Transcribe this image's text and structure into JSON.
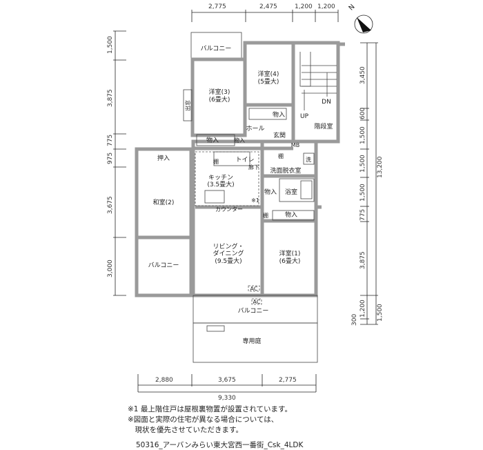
{
  "dimensions": {
    "top": [
      "2,775",
      "2,475",
      "1,200",
      "1,200"
    ],
    "left": [
      "1,500",
      "3,875",
      "775",
      "975",
      "3,675",
      "3,000"
    ],
    "right_inner": [
      "3,450",
      "600",
      "1,500",
      "1,500",
      "1,500",
      "775",
      "3,875",
      "1,200",
      "300"
    ],
    "right_outer": [
      "13,200",
      "1,500"
    ],
    "bottom": [
      "2,880",
      "3,675",
      "2,775"
    ],
    "bottom_total": "9,330"
  },
  "compass": "N",
  "rooms": {
    "balcony_top": "バルコニー",
    "western3": "洋室(3)",
    "western3_size": "(6畳大)",
    "western4": "洋室(4)",
    "western4_size": "(5畳大)",
    "bay_window": "出窓",
    "closet_w4": "物入",
    "hall": "ホール",
    "entrance": "玄関",
    "stairwell": "階段室",
    "up": "UP",
    "dn": "DN",
    "mb": "MB",
    "closet_a": "物入",
    "closet_b": "物入",
    "oshiire": "押入",
    "japanese2": "和室(2)",
    "kitchen": "キッチン",
    "kitchen_size": "(3.5畳大)",
    "toilet": "トイレ",
    "corridor": "廊下",
    "washroom": "洗面脱衣室",
    "washer": "洗",
    "shelf_a": "棚",
    "shelf_b": "棚",
    "shelf_c": "棚",
    "closet_c": "物入",
    "bath": "浴室",
    "note_mark": "※1",
    "counter": "カウンター",
    "closet_d": "物入",
    "balcony_left": "バルコニー",
    "living1": "リビング・",
    "living2": "ダイニング",
    "living_size": "(9.5畳大)",
    "western1": "洋室(1)",
    "western1_size": "(6畳大)",
    "ac1": "AC",
    "ac2": "AC",
    "balcony_bottom": "バルコニー",
    "private_garden": "専用庭"
  },
  "notes": [
    "※1 最上階住戸は屋根裏物置が設置されています。",
    "※図面と実際の住宅が異なる場合については、",
    "　現状を優先させていただきます。"
  ],
  "caption": "50316_アーバンみらい東大宮西一番街_Csk_4LDK"
}
